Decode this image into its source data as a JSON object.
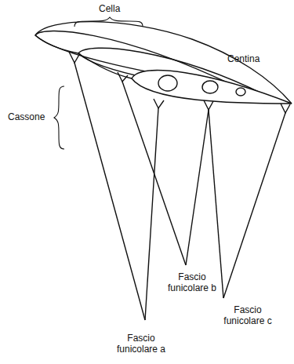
{
  "diagram": {
    "labels": [
      "Cella",
      "Centina",
      "Cassone",
      "Fascio funicolare b",
      "Fascio funicolare c",
      "Fascio funicolare a"
    ]
  }
}
